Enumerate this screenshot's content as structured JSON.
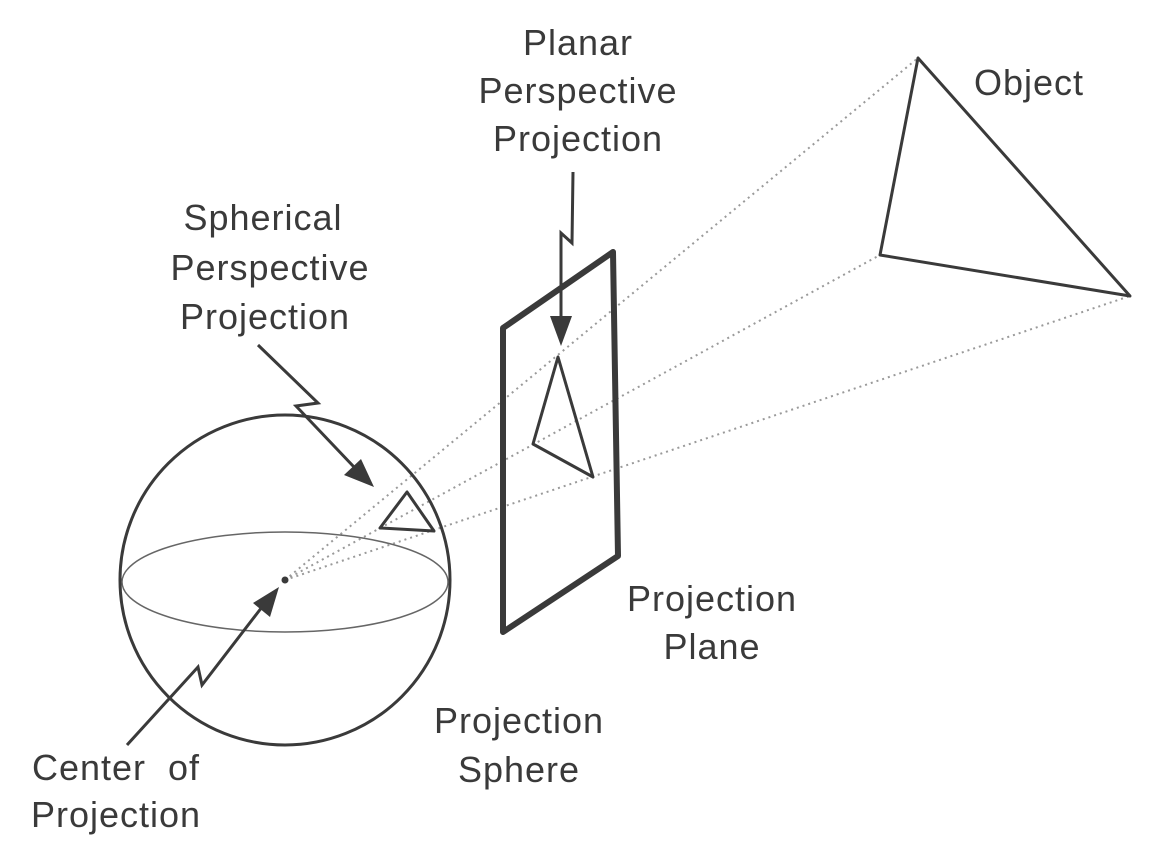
{
  "labels": {
    "object": "Object",
    "planar_line1": "Planar",
    "planar_line2": "Perspective",
    "planar_line3": "Projection",
    "spherical_line1": "Spherical",
    "spherical_line2": "Perspective",
    "spherical_line3": "Projection",
    "plane_line1": "Projection",
    "plane_line2": "Plane",
    "sphere_line1": "Projection",
    "sphere_line2": "Sphere",
    "center_line1": "Center  of",
    "center_line2": "Projection"
  },
  "colors": {
    "ink": "#3a3a3a",
    "ray": "#9a9a9a",
    "background": "#ffffff"
  }
}
